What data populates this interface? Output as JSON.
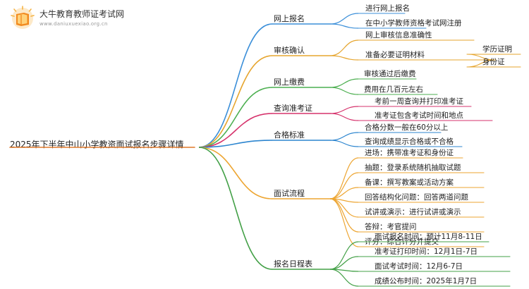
{
  "logo": {
    "title": "大牛教育教师证考试网",
    "url": "www.daniuxuexiao.org.cn"
  },
  "mindmap": {
    "root": "2025年下半年中山小学教资面试报名步骤详情",
    "branches": [
      {
        "label": "网上报名",
        "color": "#3b8fd9",
        "children": [
          {
            "label": "进行网上报名"
          },
          {
            "label": "在中小学教师资格考试网注册"
          }
        ]
      },
      {
        "label": "审核确认",
        "color": "#e6a52e",
        "children": [
          {
            "label": "网上审核信息准确性"
          },
          {
            "label": "准备必要证明材料",
            "children": [
              {
                "label": "学历证明"
              },
              {
                "label": "身份证"
              }
            ]
          }
        ]
      },
      {
        "label": "网上缴费",
        "color": "#4caf50",
        "children": [
          {
            "label": "审核通过后缴费"
          },
          {
            "label": "费用在几百元左右"
          }
        ]
      },
      {
        "label": "查询准考证",
        "color": "#d6336c",
        "children": [
          {
            "label": "考前一周查询并打印准考证"
          },
          {
            "label": "准考证包含考试时间和地点"
          }
        ]
      },
      {
        "label": "合格标准",
        "color": "#2c85cf",
        "children": [
          {
            "label": "合格分数一般在60分以上"
          },
          {
            "label": "查询成绩显示合格或不合格"
          }
        ]
      },
      {
        "label": "面试流程",
        "color": "#eda531",
        "children": [
          {
            "label": "进场：携带准考证和身份证"
          },
          {
            "label": "抽题：登录系统随机抽取试题"
          },
          {
            "label": "备课：撰写教案或活动方案"
          },
          {
            "label": "回答结构化问题：回答两道问题"
          },
          {
            "label": "试讲或演示：进行试讲或演示"
          },
          {
            "label": "答辩：考官提问"
          },
          {
            "label": "评分：综合评分并提交"
          }
        ]
      },
      {
        "label": "报名日程表",
        "color": "#43a047",
        "children": [
          {
            "label": "面试报名时间：预计11月8-11日"
          },
          {
            "label": "准考证打印时间：12月1日-7日"
          },
          {
            "label": "面试考试时间：12月6-7日"
          },
          {
            "label": "成绩公布时间：2025年1月7日"
          }
        ]
      }
    ]
  },
  "colors": {
    "root_line": "#e0792a",
    "background": "#ffffff"
  },
  "icons": {
    "logo": "book-icon"
  }
}
